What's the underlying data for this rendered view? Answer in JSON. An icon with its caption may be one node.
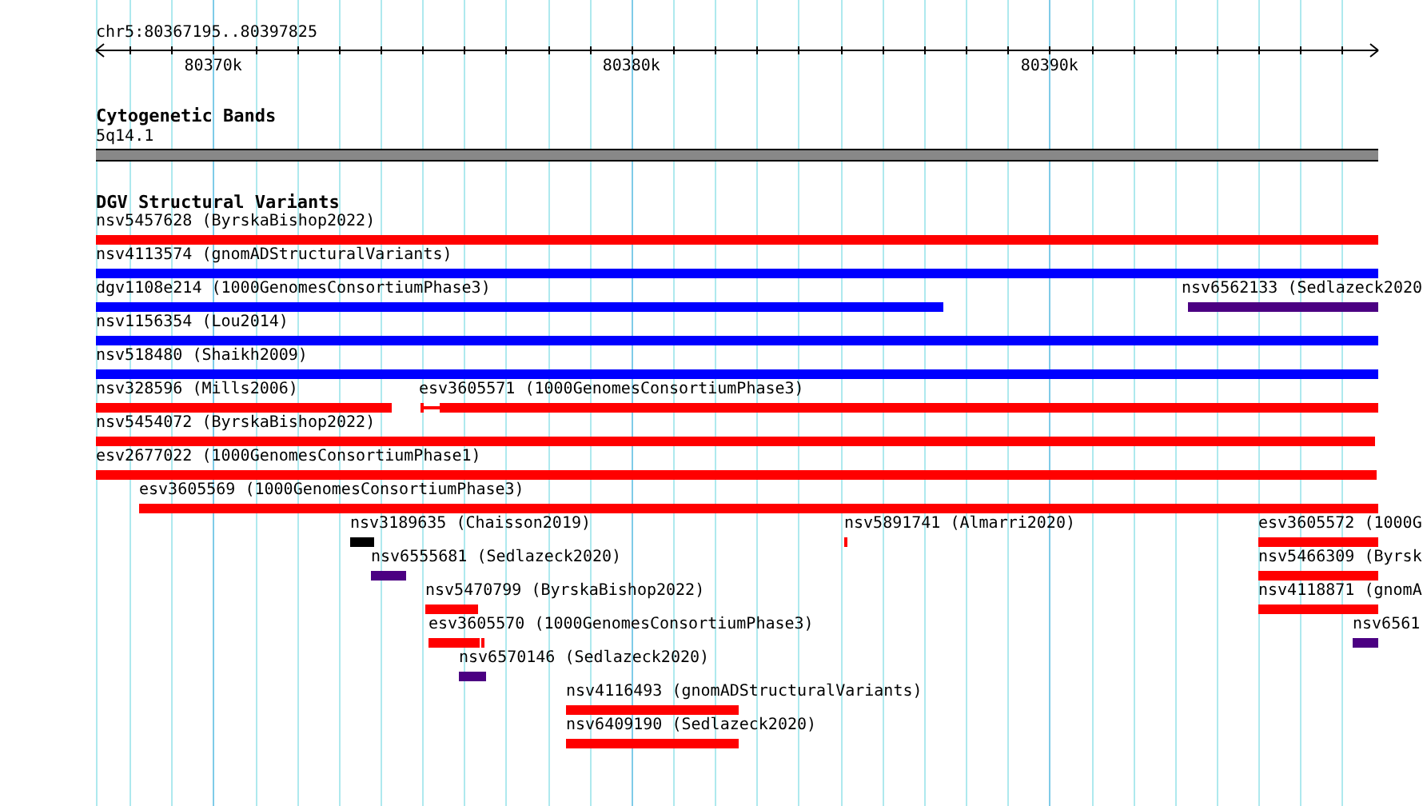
{
  "diagram": {
    "title": "chr5:80367195..80397825",
    "nodes": [
      {
        "text": [
          "5q14.1"
        ]
      },
      {
        "text": [
          "nsv5457628 (ByrskaBishop2022)"
        ]
      },
      {
        "text": [
          "nsv4113574 (gnomADStructuralVariants)"
        ]
      },
      {
        "text": [
          "dgv1108e214 (1000GenomesConsortiumPhase3)"
        ]
      },
      {
        "text": [
          "nsv6562133 (Sedlazeck2020"
        ]
      },
      {
        "text": [
          "nsv1156354 (Lou2014)"
        ]
      },
      {
        "text": [
          "nsv518480 (Shaikh2009)"
        ]
      },
      {
        "text": [
          "nsv328596 (Mills2006)"
        ]
      },
      {
        "text": [
          "esv3605571 (1000GenomesConsortiumPhase3)"
        ]
      },
      {
        "text": [
          "nsv5454072 (ByrskaBishop2022)"
        ]
      },
      {
        "text": [
          "esv2677022 (1000GenomesConsortiumPhase1)"
        ]
      },
      {
        "text": [
          "esv3605569 (1000GenomesConsortiumPhase3)"
        ]
      },
      {
        "text": [
          "nsv3189635 (Chaisson2019)"
        ]
      },
      {
        "text": [
          "nsv5891741 (Almarri2020)"
        ]
      },
      {
        "text": [
          "esv3605572 (1000G"
        ]
      },
      {
        "text": [
          "nsv6555681 (Sedlazeck2020)"
        ]
      },
      {
        "text": [
          "nsv5466309 (Byrsk"
        ]
      },
      {
        "text": [
          "nsv5470799 (ByrskaBishop2022)"
        ]
      },
      {
        "text": [
          "nsv4118871 (gnomA"
        ]
      },
      {
        "text": [
          "esv3605570 (1000GenomesConsortiumPhase3)"
        ]
      },
      {
        "text": [
          "nsv6561"
        ]
      },
      {
        "text": [
          "nsv6570146 (Sedlazeck2020)"
        ]
      },
      {
        "text": [
          "nsv4116493 (gnomADStructuralVariants)"
        ]
      },
      {
        "text": [
          "nsv6409190 (Sedlazeck2020)"
        ]
      }
    ],
    "labels": [
      "80370k",
      "80380k",
      "80390k",
      "Cytogenetic Bands",
      "DGV Structural Variants"
    ]
  }
}
